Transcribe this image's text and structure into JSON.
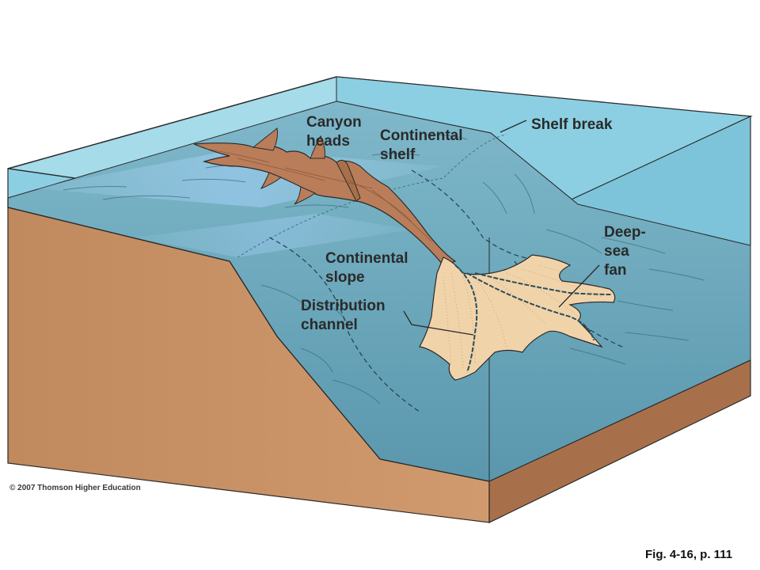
{
  "labels": {
    "canyon_heads_1": "Canyon",
    "canyon_heads_2": "heads",
    "continental_shelf_1": "Continental",
    "continental_shelf_2": "shelf",
    "shelf_break": "Shelf break",
    "deep_sea_fan_1": "Deep-",
    "deep_sea_fan_2": "sea",
    "deep_sea_fan_3": "fan",
    "continental_slope_1": "Continental",
    "continental_slope_2": "slope",
    "distribution_channel_1": "Distribution",
    "distribution_channel_2": "channel"
  },
  "copyright": "© 2007 Thomson Higher Education",
  "figure_ref": "Fig. 4-16, p. 111",
  "colors": {
    "water": "#8ccfe3",
    "water_front": "#6fb2c8",
    "seafloor": "#5e9bb0",
    "sediment": "#c68e62",
    "sediment_dark": "#a8704a",
    "canyon": "#b97d5a",
    "fan": "#f1d3aa"
  }
}
